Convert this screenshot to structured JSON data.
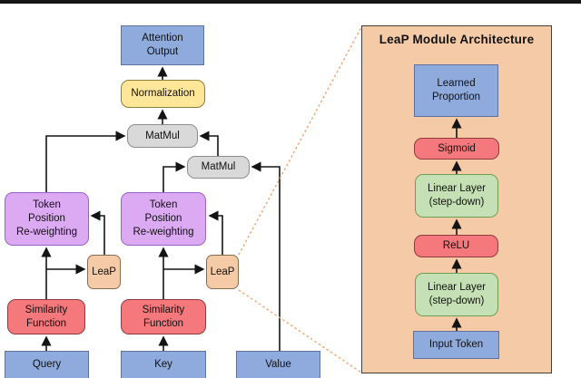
{
  "colors": {
    "node_blue": "#8FAADC",
    "node_yellow": "#FFE699",
    "node_gray": "#D9D9D9",
    "node_purple": "#DCA9F3",
    "node_tan": "#F5CBA7",
    "node_red": "#F4787C",
    "node_green": "#C5E0B4",
    "panel_fill": "#F5CBA7",
    "callout_dash": "#F1A36E",
    "line_black": "#141414"
  },
  "diagram": {
    "attention_output": "Attention\nOutput",
    "normalization": "Normalization",
    "matmul_top": "MatMul",
    "matmul_mid": "MatMul",
    "token_reweight_1": "Token\nPosition\nRe-weighting",
    "token_reweight_2": "Token\nPosition\nRe-weighting",
    "leap_1": "LeaP",
    "leap_2": "LeaP",
    "similarity_1": "Similarity\nFunction",
    "similarity_2": "Similarity\nFunction",
    "query": "Query",
    "key": "Key",
    "value": "Value"
  },
  "panel": {
    "title": "LeaP Module Architecture",
    "learned_proportion": "Learned\nProportion",
    "sigmoid": "Sigmoid",
    "linear_layer_top": "Linear Layer\n(step-down)",
    "relu": "ReLU",
    "linear_layer_bottom": "Linear Layer\n(step-down)",
    "input_token": "Input Token"
  }
}
